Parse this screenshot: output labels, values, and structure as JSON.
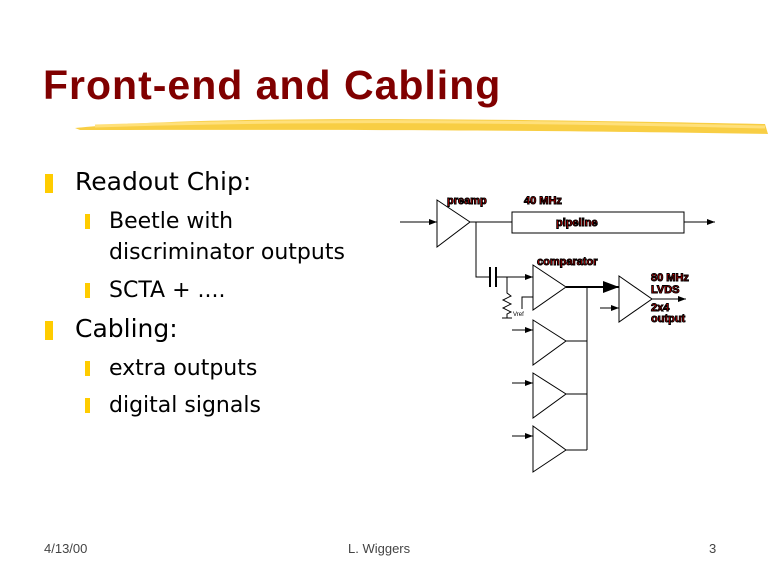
{
  "title": "Front-end and Cabling",
  "bullets": [
    {
      "label": "Readout Chip:",
      "sub": [
        "Beetle with",
        "discriminator outputs",
        "SCTA + ...."
      ]
    },
    {
      "label": "Cabling:",
      "sub": [
        "extra outputs",
        "digital signals"
      ]
    }
  ],
  "diagram": {
    "preamp": "preamp",
    "clock": "40 MHz",
    "pipeline": "pipeline",
    "comparator": "comparator",
    "out_rate": "80 MHz",
    "out_type": "LVDS",
    "out_count": "2x4",
    "out_label": "output",
    "vref": "Vref"
  },
  "footer": {
    "date": "4/13/00",
    "author": "L. Wiggers",
    "page": "3"
  },
  "colors": {
    "title": "#800000",
    "bullet": "#ffcc00",
    "diagram_label": "#ff0000"
  }
}
